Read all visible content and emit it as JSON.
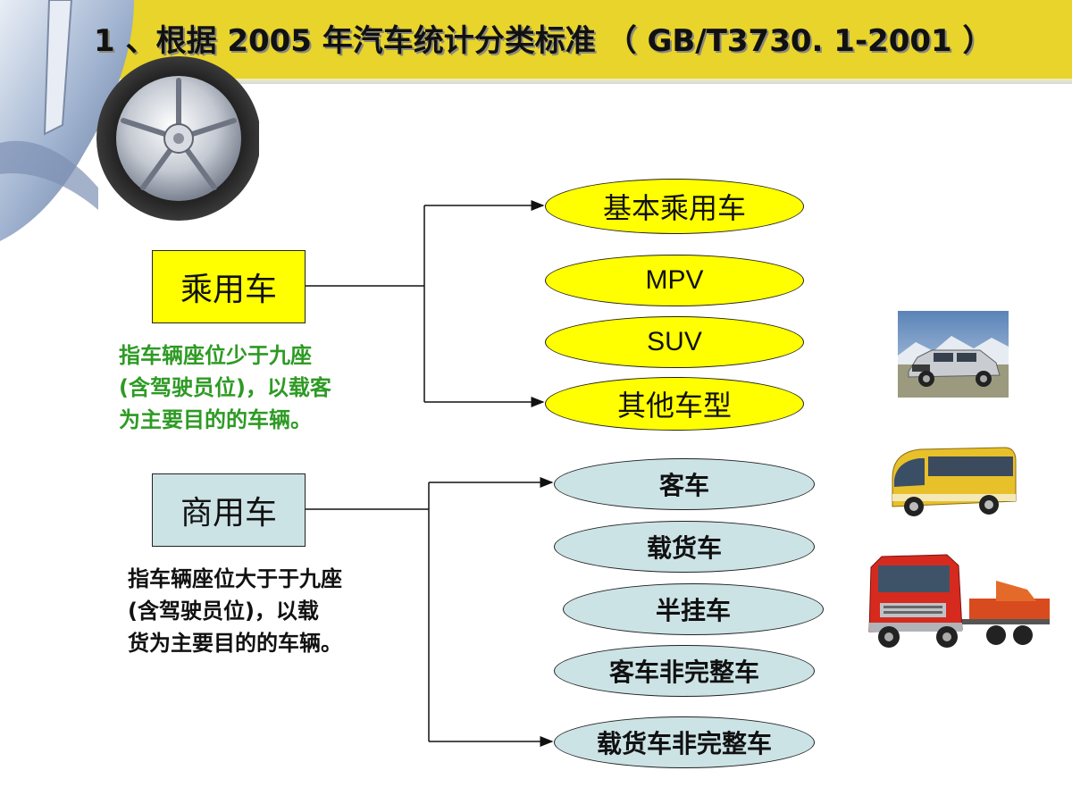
{
  "header": {
    "title": "1 、根据 2005 年汽车统计分类标准 （ GB/T3730. 1-2001 ）"
  },
  "passenger": {
    "label": "乘用车",
    "description_lines": [
      "指车辆座位少于九座",
      "(含驾驶员位)，以载客",
      "为主要目的的车辆。"
    ],
    "types": [
      "基本乘用车",
      "MPV",
      "SUV",
      "其他车型"
    ]
  },
  "commercial": {
    "label": "商用车",
    "description_lines": [
      "指车辆座位大于于九座",
      "(含驾驶员位)，以载",
      "货为主要目的的车辆。"
    ],
    "types": [
      "客车",
      "载货车",
      "半挂车",
      "客车非完整车",
      "载货车非完整车"
    ]
  },
  "colors": {
    "header": "#e8d42b",
    "passenger_fill": "#ffff00",
    "commercial_fill": "#cce3e6",
    "description_green": "#2e9a24"
  },
  "images": [
    "corner-car-wheel",
    "suv-photo",
    "bus-photo",
    "truck-photo"
  ]
}
